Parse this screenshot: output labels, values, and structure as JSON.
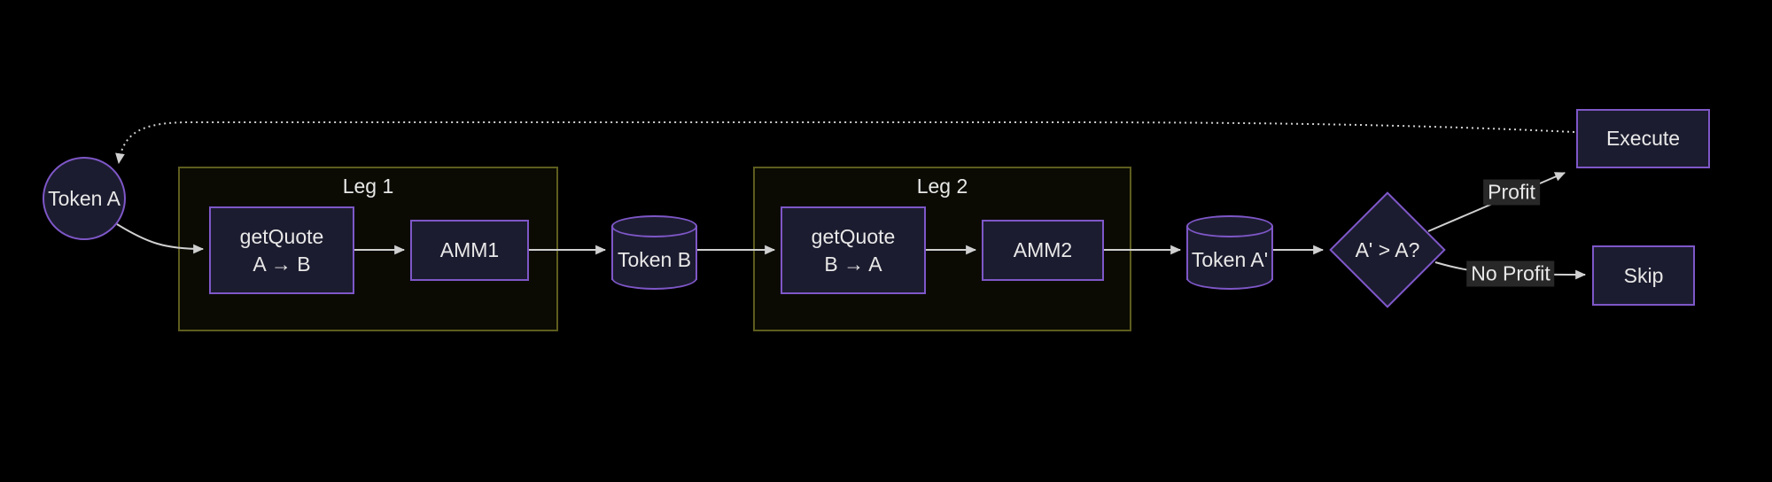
{
  "theme": {
    "background": "#000000",
    "node_fill": "#1c1c30",
    "node_border": "#7e57c8",
    "group_border": "#5d5d1e",
    "group_fill": "#0b0b03",
    "edge_color": "#d0d0d0",
    "text_color": "#e8e8e8",
    "edge_label_bg": "#282828"
  },
  "diagram": {
    "type": "flowchart",
    "direction": "left-to-right",
    "groups": {
      "leg1": {
        "label": "Leg 1"
      },
      "leg2": {
        "label": "Leg 2"
      }
    },
    "nodes": {
      "token_a": {
        "label": "Token A",
        "shape": "circle"
      },
      "get_quote_1": {
        "label_line1": "getQuote",
        "label_line2": "A → B",
        "shape": "rect",
        "group": "Leg 1"
      },
      "amm1": {
        "label": "AMM1",
        "shape": "rect",
        "group": "Leg 1"
      },
      "token_b": {
        "label": "Token B",
        "shape": "cylinder"
      },
      "get_quote_2": {
        "label_line1": "getQuote",
        "label_line2": "B → A",
        "shape": "rect",
        "group": "Leg 2"
      },
      "amm2": {
        "label": "AMM2",
        "shape": "rect",
        "group": "Leg 2"
      },
      "token_a_prime": {
        "label": "Token A'",
        "shape": "cylinder"
      },
      "decision": {
        "label": "A' > A?",
        "shape": "diamond"
      },
      "execute": {
        "label": "Execute",
        "shape": "rect"
      },
      "skip": {
        "label": "Skip",
        "shape": "rect"
      }
    },
    "edges": [
      {
        "from": "execute",
        "to": "token_a",
        "style": "dotted"
      },
      {
        "from": "token_a",
        "to": "get_quote_1",
        "style": "solid"
      },
      {
        "from": "get_quote_1",
        "to": "amm1",
        "style": "solid"
      },
      {
        "from": "amm1",
        "to": "token_b",
        "style": "solid"
      },
      {
        "from": "token_b",
        "to": "get_quote_2",
        "style": "solid"
      },
      {
        "from": "get_quote_2",
        "to": "amm2",
        "style": "solid"
      },
      {
        "from": "amm2",
        "to": "token_a_prime",
        "style": "solid"
      },
      {
        "from": "token_a_prime",
        "to": "decision",
        "style": "solid"
      },
      {
        "from": "decision",
        "to": "execute",
        "style": "solid",
        "label": "Profit"
      },
      {
        "from": "decision",
        "to": "skip",
        "style": "solid",
        "label": "No Profit"
      }
    ]
  }
}
